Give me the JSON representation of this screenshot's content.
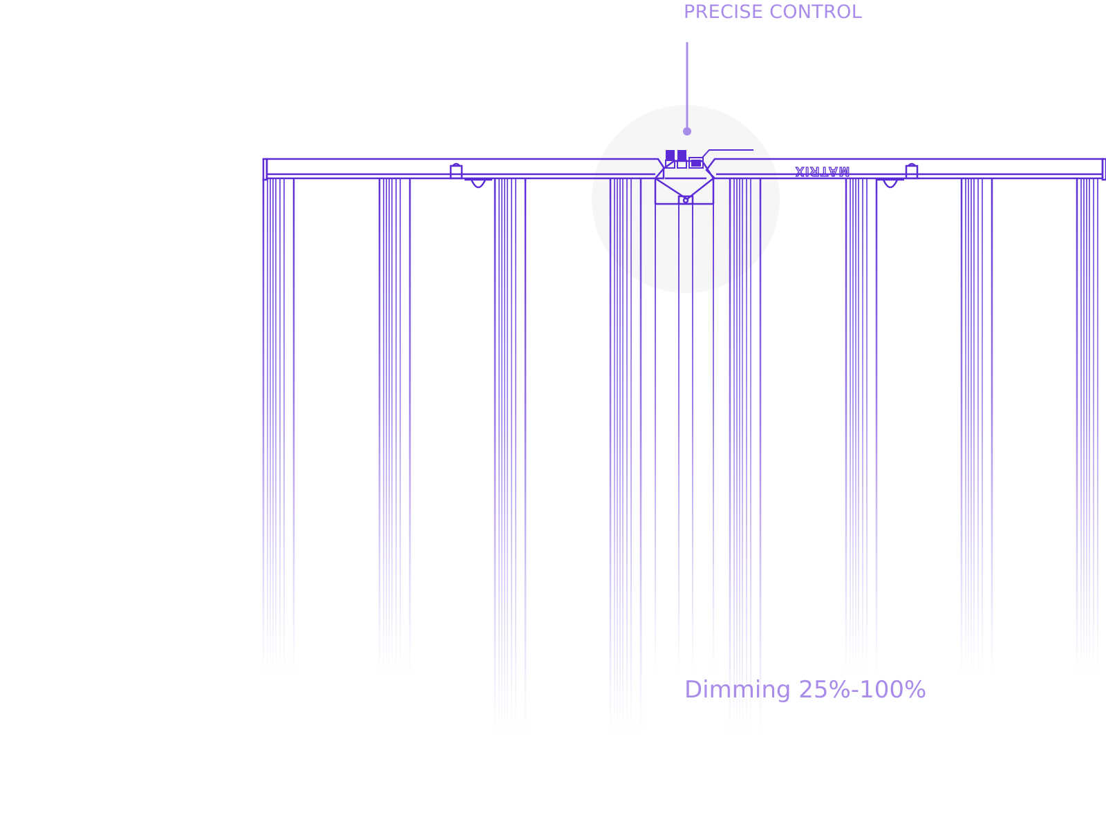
{
  "callout": {
    "heading": "PRECISE CONTROL",
    "caption": "Dimming 25%-100%"
  },
  "fixture": {
    "brand_mark": "MATRIX",
    "left_bar_count": 4,
    "right_bar_count": 4
  },
  "colors": {
    "line": "#5B2BD6",
    "accent": "#A98BEA",
    "halo": "#F6F6F6",
    "background": "#FFFFFF"
  }
}
